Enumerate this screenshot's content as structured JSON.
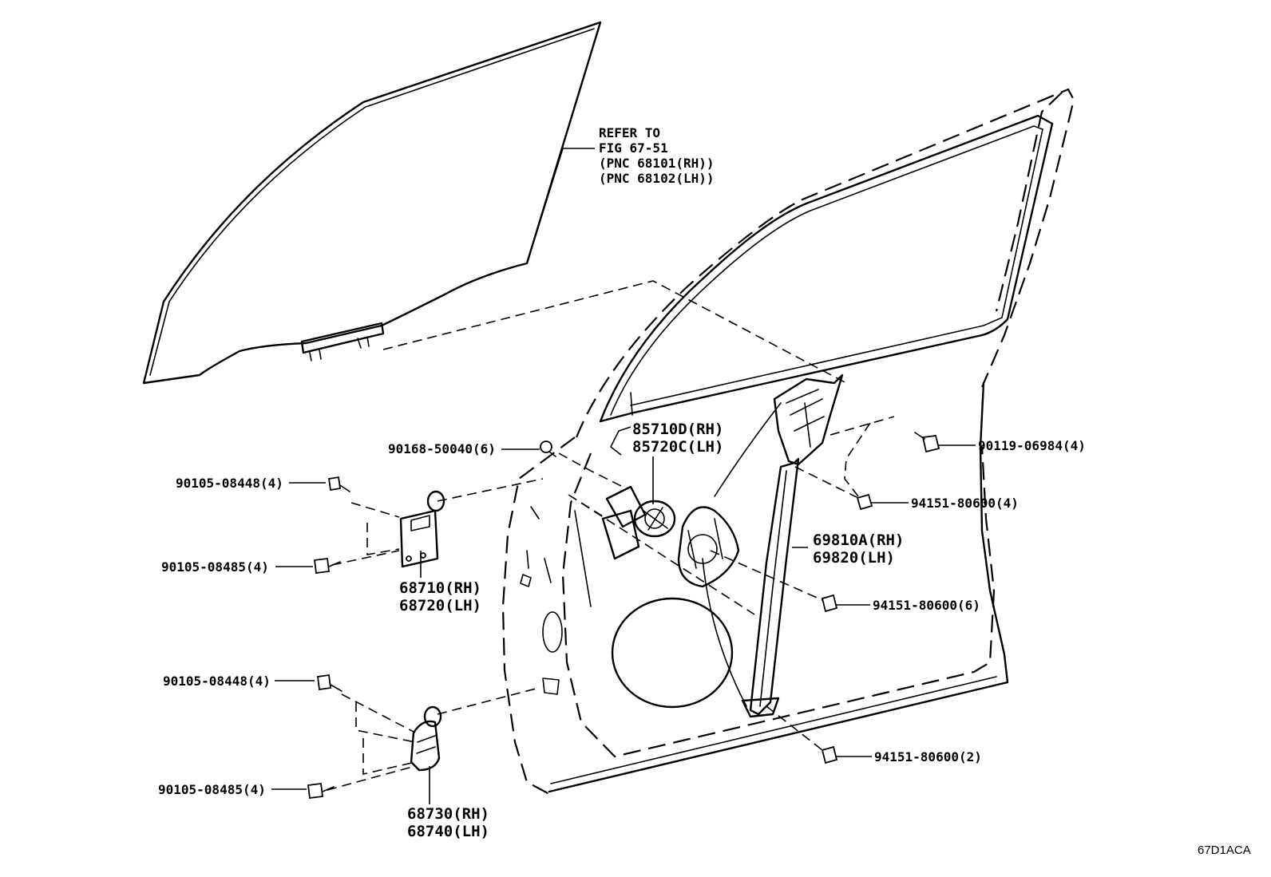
{
  "diagram": {
    "reference_note": [
      "REFER TO",
      "FIG 67-51",
      "(PNC 68101(RH))",
      "(PNC 68102(LH))"
    ],
    "figure_code": "67D1ACA",
    "callouts": {
      "motor": [
        "85710D(RH)",
        "85720C(LH)"
      ],
      "screw_upper": "90168-50040(6)",
      "bolt_right_upper": "90119-06984(4)",
      "nut_upper": "94151-80600(4)",
      "regulator": [
        "69810A(RH)",
        "69820(LH)"
      ],
      "nut_middle": "94151-80600(6)",
      "nut_lower": "94151-80600(2)",
      "upper_hinge_bolt_a": "90105-08448(4)",
      "upper_hinge_bolt_b": "90105-08485(4)",
      "upper_hinge": [
        "68710(RH)",
        "68720(LH)"
      ],
      "lower_hinge_bolt_a": "90105-08448(4)",
      "lower_hinge_bolt_b": "90105-08485(4)",
      "lower_hinge": [
        "68730(RH)",
        "68740(LH)"
      ]
    }
  }
}
